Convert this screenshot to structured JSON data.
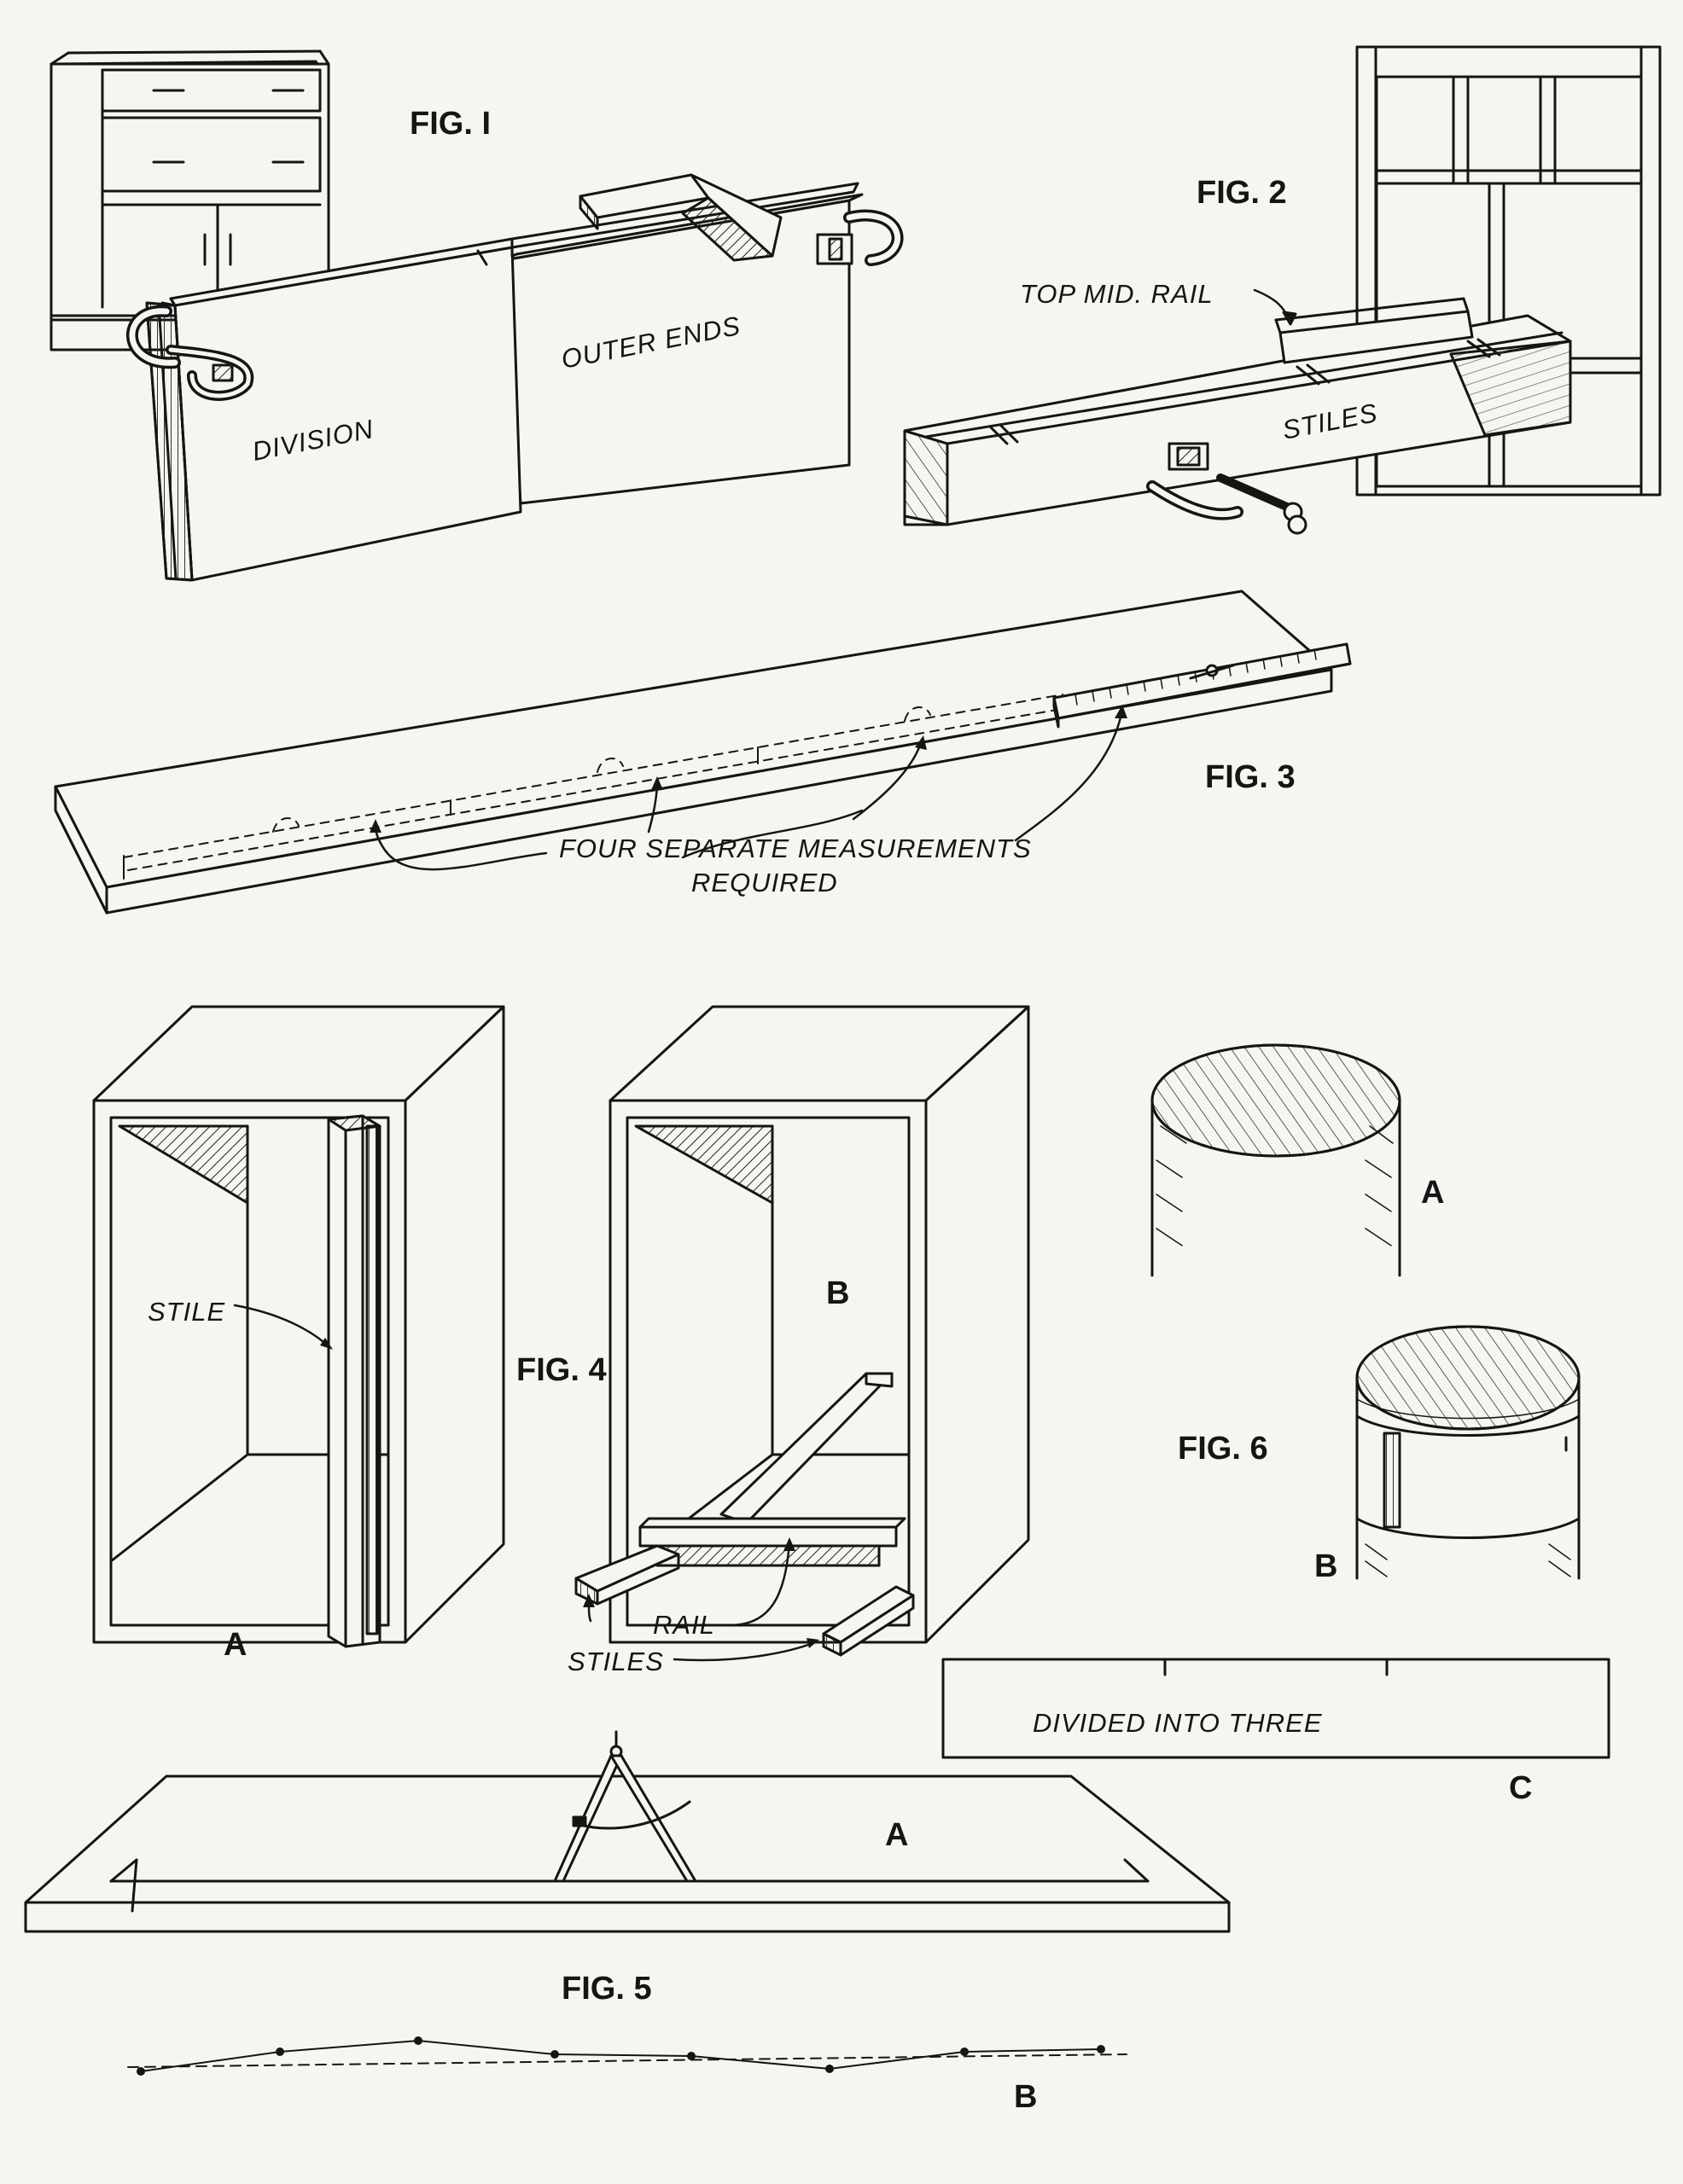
{
  "fig1": {
    "title": "FIG. I",
    "label_outer": "OUTER ENDS",
    "label_division": "DIVISION"
  },
  "fig2": {
    "title": "FIG. 2",
    "label_rail": "TOP MID. RAIL",
    "label_stiles": "STILES"
  },
  "fig3": {
    "title": "FIG. 3",
    "note_line1": "FOUR SEPARATE MEASUREMENTS",
    "note_line2": "REQUIRED"
  },
  "fig4": {
    "title": "FIG. 4",
    "label_stile": "STILE",
    "label_rail": "RAIL",
    "label_stiles": "STILES",
    "letter_a": "A",
    "letter_b": "B"
  },
  "fig5": {
    "title": "FIG. 5",
    "letter_a": "A",
    "letter_b": "B"
  },
  "fig6": {
    "title": "FIG. 6",
    "letter_a": "A",
    "letter_b": "B",
    "letter_c": "C",
    "label_divided": "DIVIDED INTO THREE"
  }
}
